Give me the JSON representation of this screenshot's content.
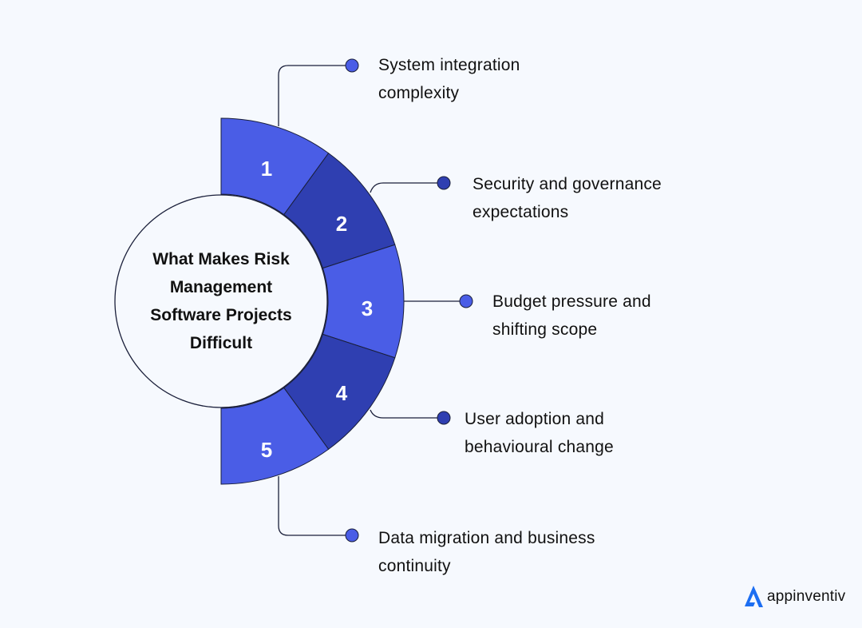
{
  "title": {
    "lines": [
      "What Makes Risk",
      "Management",
      "Software Projects",
      "Difficult"
    ]
  },
  "colors": {
    "background": "#f6f9fe",
    "segment_light": "#4a5de6",
    "segment_dark": "#2f3fb1",
    "stroke": "#1a1f3a",
    "center_fill": "#f6f9fe",
    "logo_blue": "#1c6ef2"
  },
  "items": [
    {
      "number": "1",
      "lines": [
        "System integration",
        "complexity"
      ]
    },
    {
      "number": "2",
      "lines": [
        "Security and governance",
        "expectations"
      ]
    },
    {
      "number": "3",
      "lines": [
        "Budget pressure and",
        "shifting scope"
      ]
    },
    {
      "number": "4",
      "lines": [
        "User adoption and",
        "behavioural change"
      ]
    },
    {
      "number": "5",
      "lines": [
        "Data migration and business",
        "continuity"
      ]
    }
  ],
  "logo": {
    "icon": "appinventiv-a-icon",
    "text": "appinventiv"
  }
}
